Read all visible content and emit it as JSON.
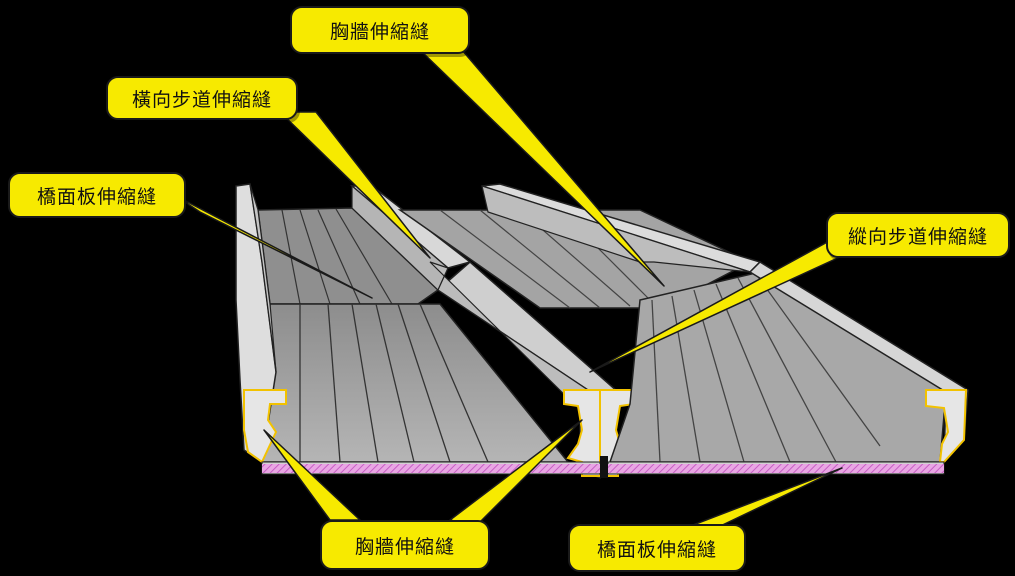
{
  "labels": {
    "parapet_top": "胸牆伸縮縫",
    "transverse_sidewalk": "橫向步道伸縮縫",
    "deck_slab_left": "橋面板伸縮縫",
    "longitudinal_sidewalk": "縱向步道伸縮縫",
    "parapet_bottom": "胸牆伸縮縫",
    "deck_slab_bottom": "橋面板伸縮縫"
  },
  "colors": {
    "callout_fill": "#f7ea00",
    "joint_line": "#f2c200",
    "membrane": "#e07be0",
    "deck": "#9c9c9c",
    "background": "#000000"
  }
}
